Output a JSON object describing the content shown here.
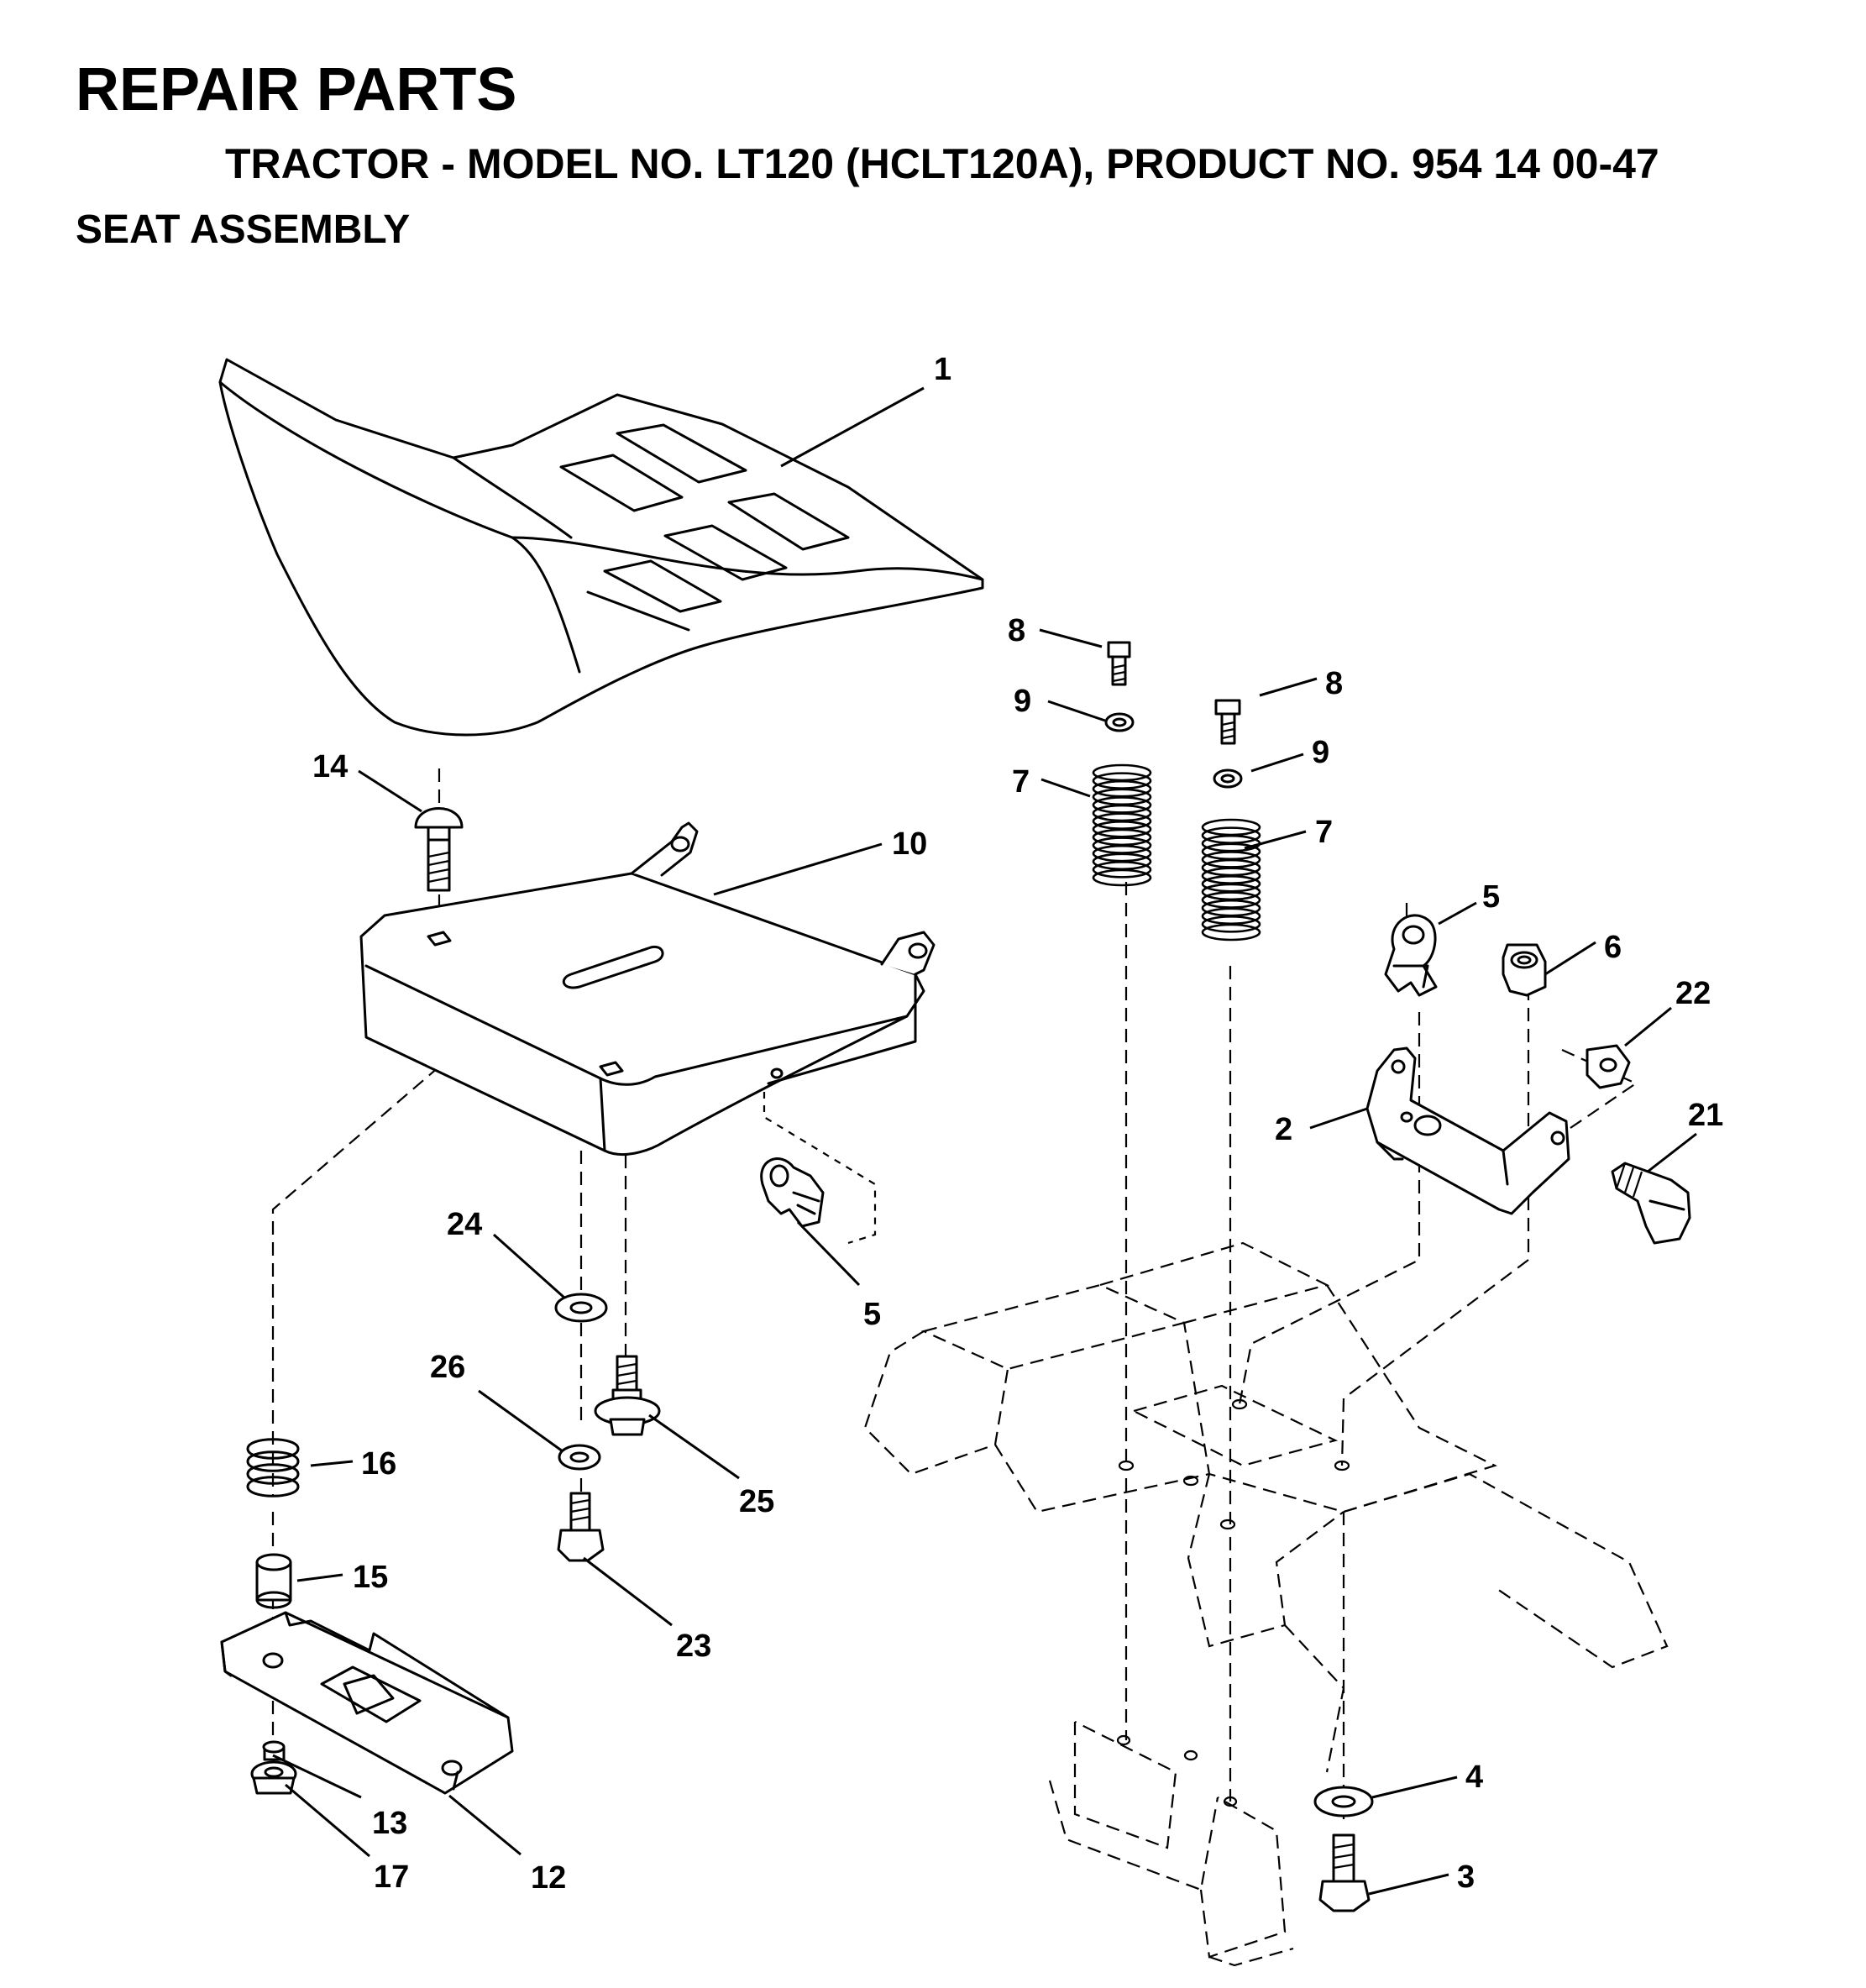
{
  "header": {
    "title": "REPAIR PARTS",
    "subtitle": "TRACTOR - MODEL NO. LT120 (HCLT120A), PRODUCT NO. 954 14 00-47",
    "section": "SEAT ASSEMBLY"
  },
  "callouts": {
    "c1": "1",
    "c2": "2",
    "c3": "3",
    "c4": "4",
    "c5a": "5",
    "c5b": "5",
    "c6": "6",
    "c7a": "7",
    "c7b": "7",
    "c8a": "8",
    "c8b": "8",
    "c9a": "9",
    "c9b": "9",
    "c10": "10",
    "c12": "12",
    "c13": "13",
    "c14": "14",
    "c15": "15",
    "c16": "16",
    "c17": "17",
    "c21": "21",
    "c22": "22",
    "c23": "23",
    "c24": "24",
    "c25": "25",
    "c26": "26"
  }
}
